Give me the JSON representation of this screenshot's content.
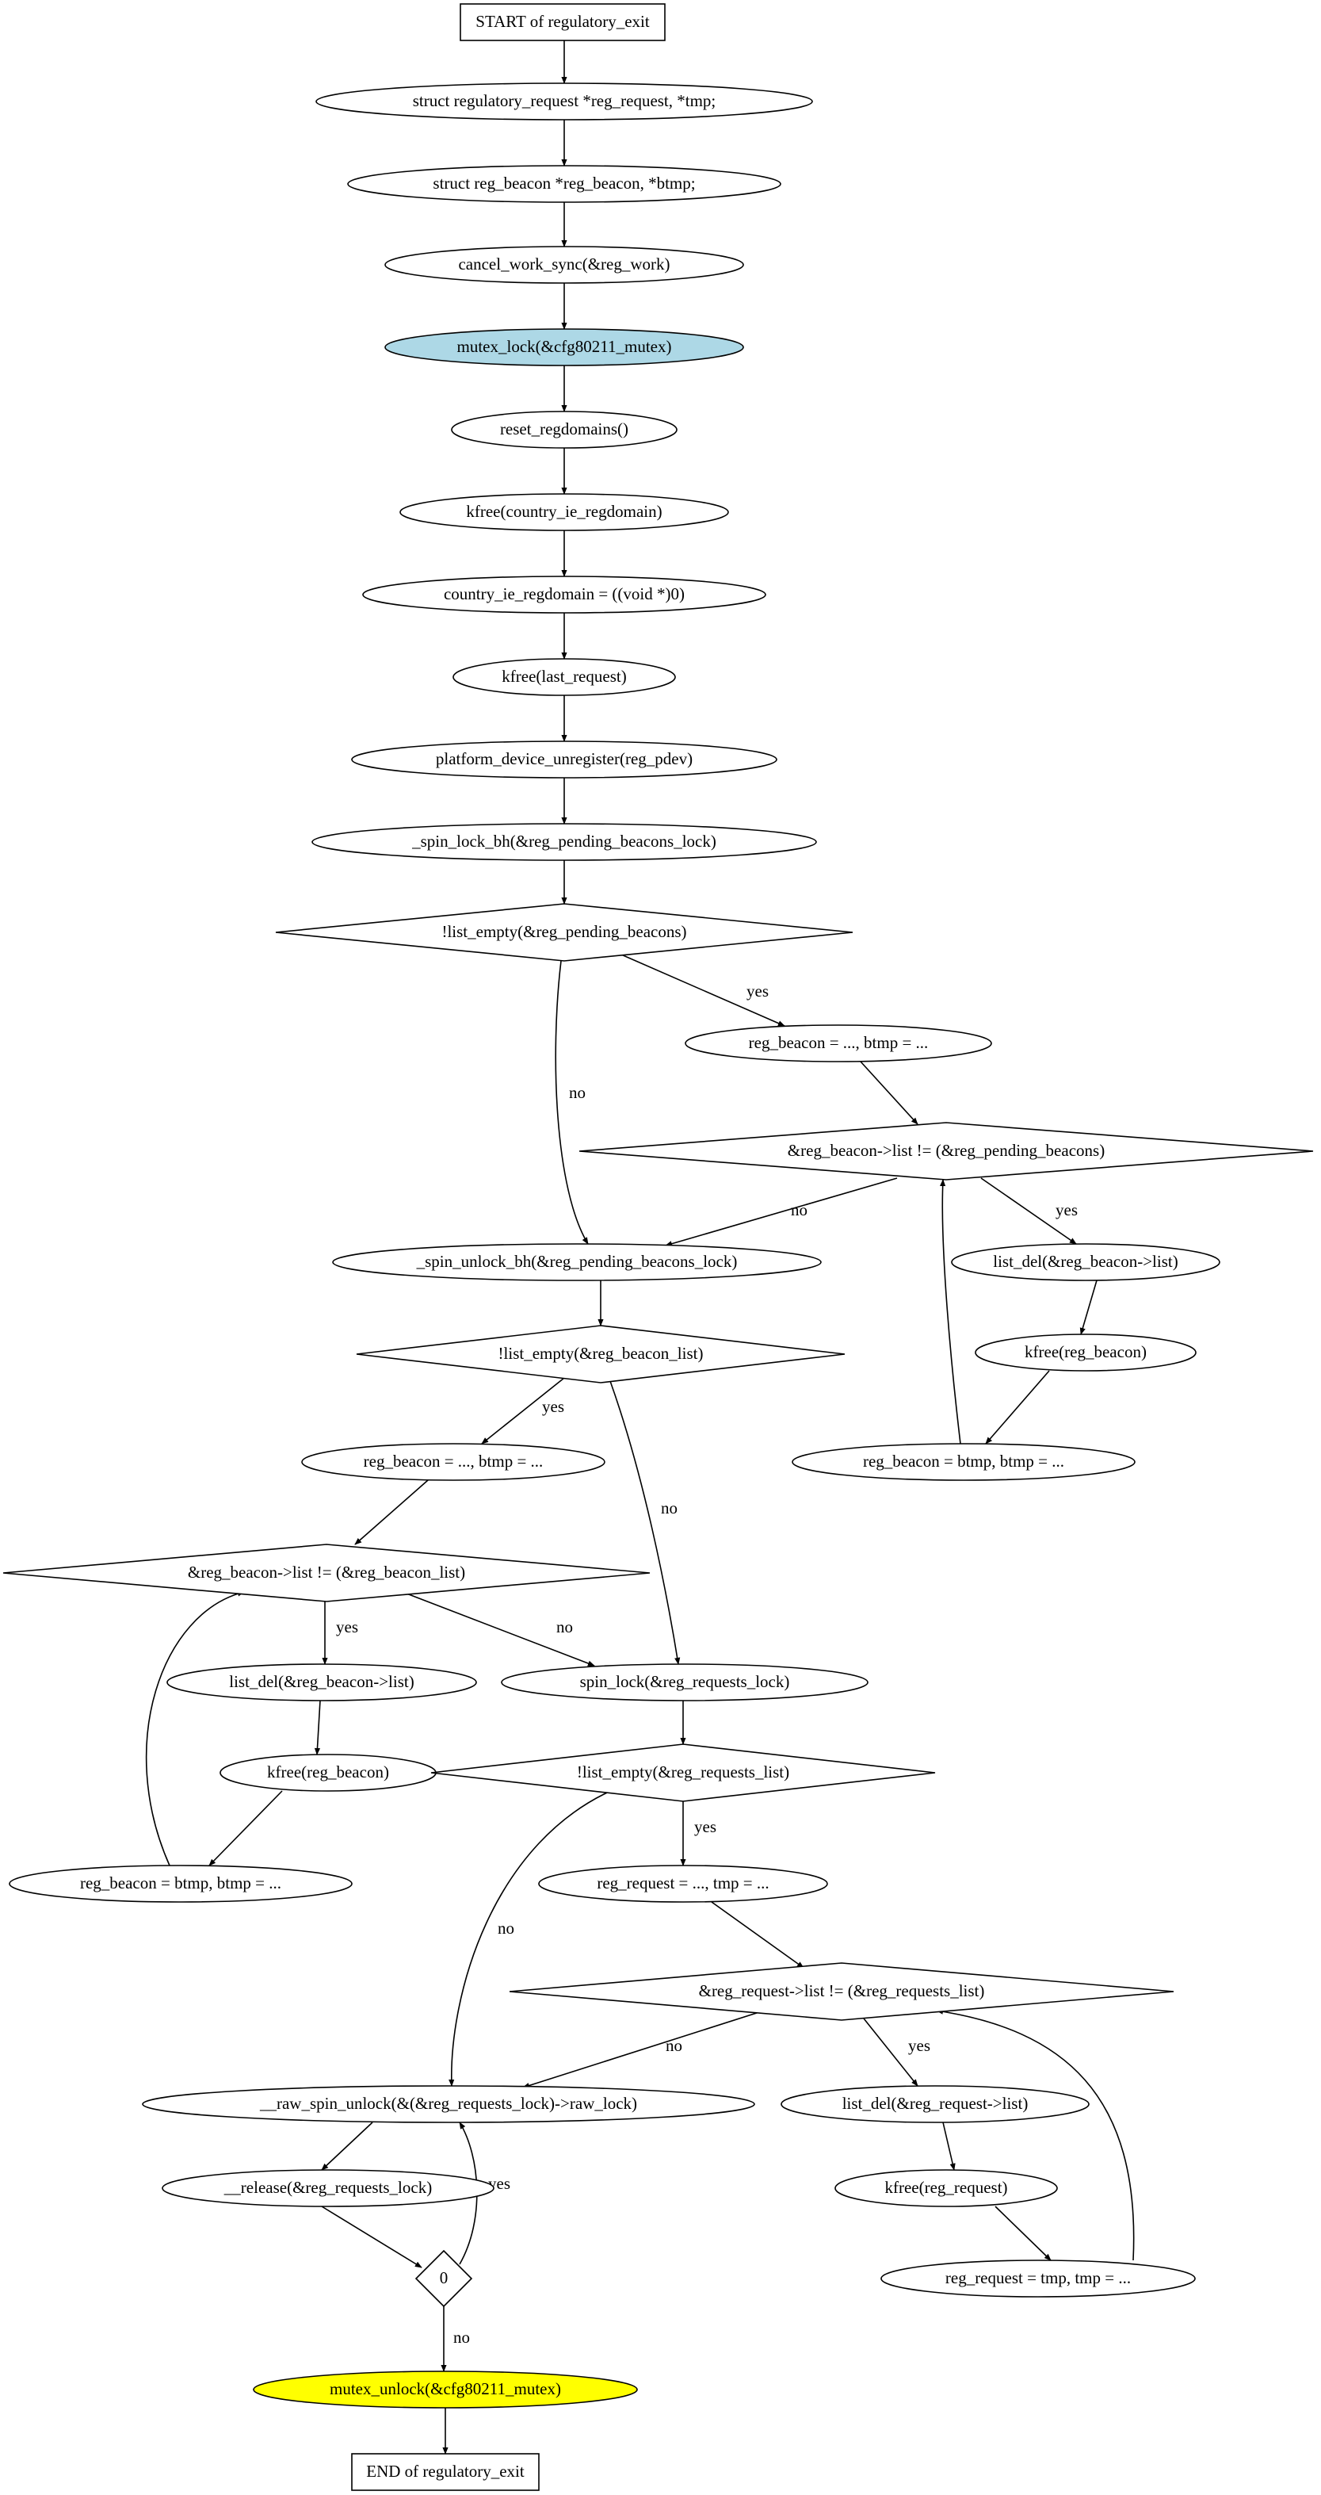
{
  "diagram": {
    "nodes": [
      {
        "id": "n0",
        "label": "START of regulatory_exit"
      },
      {
        "id": "n1",
        "label": "struct regulatory_request *reg_request, *tmp;"
      },
      {
        "id": "n2",
        "label": "struct reg_beacon *reg_beacon, *btmp;"
      },
      {
        "id": "n3",
        "label": "cancel_work_sync(&reg_work)"
      },
      {
        "id": "n4",
        "label": "mutex_lock(&cfg80211_mutex)"
      },
      {
        "id": "n5",
        "label": "reset_regdomains()"
      },
      {
        "id": "n6",
        "label": "kfree(country_ie_regdomain)"
      },
      {
        "id": "n7",
        "label": "country_ie_regdomain = ((void *)0)"
      },
      {
        "id": "n8",
        "label": "kfree(last_request)"
      },
      {
        "id": "n9",
        "label": "platform_device_unregister(reg_pdev)"
      },
      {
        "id": "n10",
        "label": "_spin_lock_bh(&reg_pending_beacons_lock)"
      },
      {
        "id": "n11",
        "label": "!list_empty(&reg_pending_beacons)"
      },
      {
        "id": "n12",
        "label": "reg_beacon = ..., btmp = ..."
      },
      {
        "id": "n13",
        "label": "&reg_beacon->list != (&reg_pending_beacons)"
      },
      {
        "id": "n14",
        "label": "_spin_unlock_bh(&reg_pending_beacons_lock)"
      },
      {
        "id": "n15",
        "label": "list_del(&reg_beacon->list)"
      },
      {
        "id": "n16",
        "label": "kfree(reg_beacon)"
      },
      {
        "id": "n17",
        "label": "reg_beacon = btmp, btmp = ..."
      },
      {
        "id": "n18",
        "label": "!list_empty(&reg_beacon_list)"
      },
      {
        "id": "n19",
        "label": "reg_beacon = ..., btmp = ..."
      },
      {
        "id": "n20",
        "label": "&reg_beacon->list != (&reg_beacon_list)"
      },
      {
        "id": "n21",
        "label": "list_del(&reg_beacon->list)"
      },
      {
        "id": "n22",
        "label": "spin_lock(&reg_requests_lock)"
      },
      {
        "id": "n23",
        "label": "kfree(reg_beacon)"
      },
      {
        "id": "n24",
        "label": "!list_empty(&reg_requests_list)"
      },
      {
        "id": "n25",
        "label": "reg_beacon = btmp, btmp = ..."
      },
      {
        "id": "n26",
        "label": "reg_request = ..., tmp = ..."
      },
      {
        "id": "n27",
        "label": "&reg_request->list != (&reg_requests_list)"
      },
      {
        "id": "n28",
        "label": "__raw_spin_unlock(&(&reg_requests_lock)->raw_lock)"
      },
      {
        "id": "n29",
        "label": "list_del(&reg_request->list)"
      },
      {
        "id": "n30",
        "label": "__release(&reg_requests_lock)"
      },
      {
        "id": "n31",
        "label": "kfree(reg_request)"
      },
      {
        "id": "n32",
        "label": "0"
      },
      {
        "id": "n33",
        "label": "reg_request = tmp, tmp = ..."
      },
      {
        "id": "n34",
        "label": "mutex_unlock(&cfg80211_mutex)"
      },
      {
        "id": "n35",
        "label": "END of regulatory_exit"
      }
    ],
    "edges": [
      {
        "from": "n0",
        "to": "n1",
        "label": ""
      },
      {
        "from": "n1",
        "to": "n2",
        "label": ""
      },
      {
        "from": "n2",
        "to": "n3",
        "label": ""
      },
      {
        "from": "n3",
        "to": "n4",
        "label": ""
      },
      {
        "from": "n4",
        "to": "n5",
        "label": ""
      },
      {
        "from": "n5",
        "to": "n6",
        "label": ""
      },
      {
        "from": "n6",
        "to": "n7",
        "label": ""
      },
      {
        "from": "n7",
        "to": "n8",
        "label": ""
      },
      {
        "from": "n8",
        "to": "n9",
        "label": ""
      },
      {
        "from": "n9",
        "to": "n10",
        "label": ""
      },
      {
        "from": "n10",
        "to": "n11",
        "label": ""
      },
      {
        "from": "n11",
        "to": "n12",
        "label": "yes"
      },
      {
        "from": "n11",
        "to": "n14",
        "label": "no"
      },
      {
        "from": "n12",
        "to": "n13",
        "label": ""
      },
      {
        "from": "n13",
        "to": "n14",
        "label": "no"
      },
      {
        "from": "n13",
        "to": "n15",
        "label": "yes"
      },
      {
        "from": "n15",
        "to": "n16",
        "label": ""
      },
      {
        "from": "n16",
        "to": "n17",
        "label": ""
      },
      {
        "from": "n17",
        "to": "n13",
        "label": ""
      },
      {
        "from": "n14",
        "to": "n18",
        "label": ""
      },
      {
        "from": "n18",
        "to": "n19",
        "label": "yes"
      },
      {
        "from": "n18",
        "to": "n22",
        "label": "no"
      },
      {
        "from": "n19",
        "to": "n20",
        "label": ""
      },
      {
        "from": "n20",
        "to": "n21",
        "label": "yes"
      },
      {
        "from": "n20",
        "to": "n22",
        "label": "no"
      },
      {
        "from": "n21",
        "to": "n23",
        "label": ""
      },
      {
        "from": "n23",
        "to": "n25",
        "label": ""
      },
      {
        "from": "n25",
        "to": "n20",
        "label": ""
      },
      {
        "from": "n22",
        "to": "n24",
        "label": ""
      },
      {
        "from": "n24",
        "to": "n26",
        "label": "yes"
      },
      {
        "from": "n24",
        "to": "n28",
        "label": "no"
      },
      {
        "from": "n26",
        "to": "n27",
        "label": ""
      },
      {
        "from": "n27",
        "to": "n28",
        "label": "no"
      },
      {
        "from": "n27",
        "to": "n29",
        "label": "yes"
      },
      {
        "from": "n29",
        "to": "n31",
        "label": ""
      },
      {
        "from": "n31",
        "to": "n33",
        "label": ""
      },
      {
        "from": "n33",
        "to": "n27",
        "label": ""
      },
      {
        "from": "n28",
        "to": "n30",
        "label": ""
      },
      {
        "from": "n30",
        "to": "n32",
        "label": ""
      },
      {
        "from": "n32",
        "to": "n28",
        "label": "yes"
      },
      {
        "from": "n32",
        "to": "n34",
        "label": "no"
      },
      {
        "from": "n34",
        "to": "n35",
        "label": ""
      }
    ]
  },
  "colors": {
    "highlight_lock": "#add8e6",
    "highlight_unlock": "#ffff00",
    "default_fill": "#ffffff",
    "stroke": "#000000"
  }
}
